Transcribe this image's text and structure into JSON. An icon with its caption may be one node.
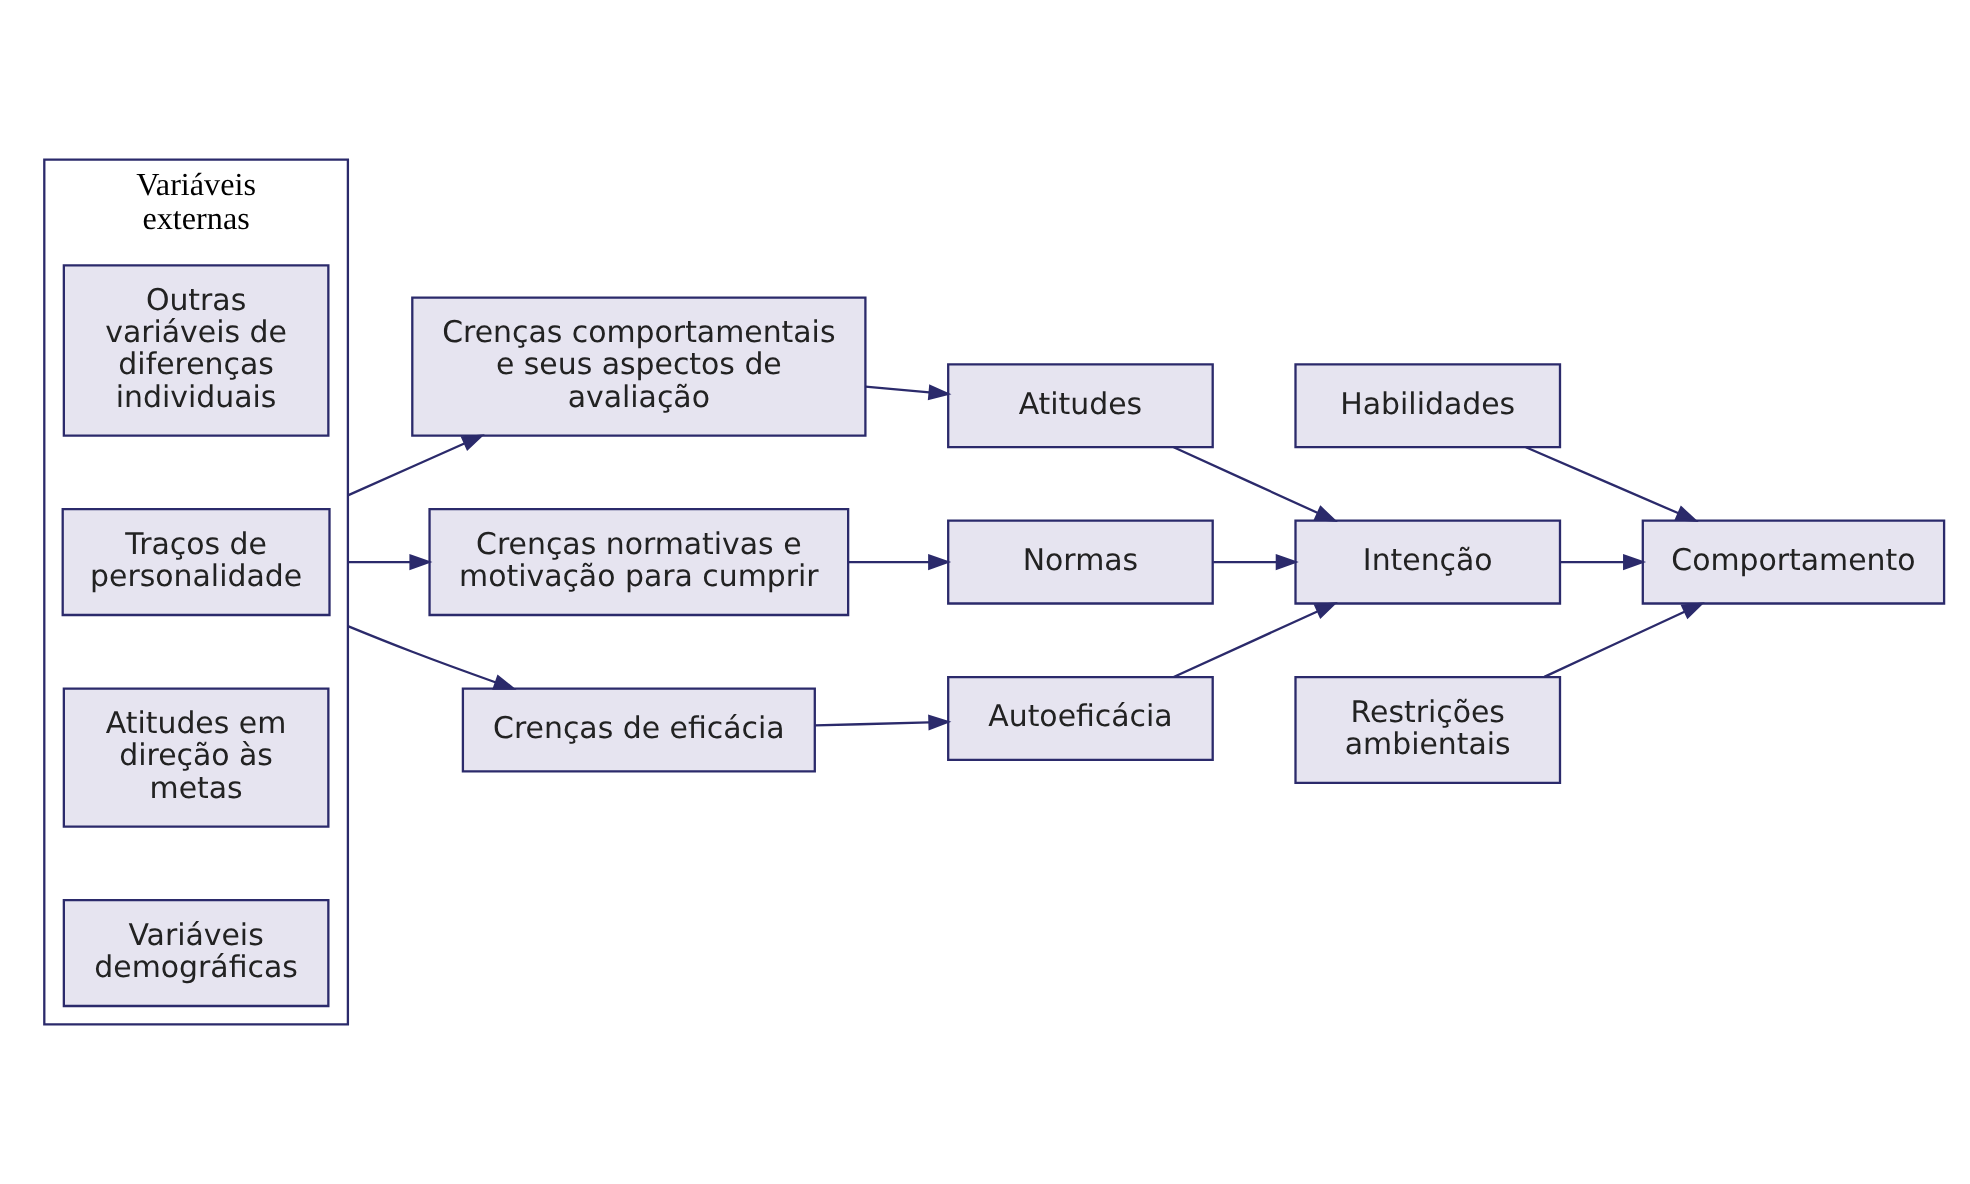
{
  "diagram": {
    "nodes": [
      {
        "text": [
          "Variáveis externas"
        ]
      },
      {
        "text": [
          "Variáveis demográficas"
        ],
        "in": 0
      },
      {
        "text": [
          "Atitudes em direção às metas"
        ],
        "in": 0
      },
      {
        "text": [
          "Traços de personalidade"
        ],
        "in": 0
      },
      {
        "text": [
          "Outras variáveis de diferenças individuais"
        ],
        "in": 0
      },
      {
        "text": [
          "Crenças comportamentais e seus aspectos de avaliação"
        ]
      },
      {
        "text": [
          "Crenças normativas e motivação para cumprir"
        ]
      },
      {
        "text": [
          "Crenças de eficácia"
        ]
      },
      {
        "text": [
          "Atitudes"
        ]
      },
      {
        "text": [
          "Normas"
        ]
      },
      {
        "text": [
          "Autoeficácia"
        ]
      },
      {
        "text": [
          "Habilidades"
        ]
      },
      {
        "text": [
          "Intenção"
        ]
      },
      {
        "text": [
          "Restrições ambientais"
        ]
      },
      {
        "text": [
          "Comportamento"
        ]
      }
    ],
    "edges": [
      {
        "from": 0,
        "to": 5,
        "arrow": "to"
      },
      {
        "from": 0,
        "to": 6,
        "arrow": "to"
      },
      {
        "from": 0,
        "to": 7,
        "arrow": "to"
      },
      {
        "from": 5,
        "to": 8,
        "arrow": "to"
      },
      {
        "from": 6,
        "to": 9,
        "arrow": "to"
      },
      {
        "from": 7,
        "to": 10,
        "arrow": "to"
      },
      {
        "from": 8,
        "to": 12,
        "arrow": "to"
      },
      {
        "from": 9,
        "to": 12,
        "arrow": "to"
      },
      {
        "from": 10,
        "to": 12,
        "arrow": "to"
      },
      {
        "from": 11,
        "to": 14,
        "arrow": "to"
      },
      {
        "from": 12,
        "to": 14,
        "arrow": "to"
      },
      {
        "from": 13,
        "to": 14,
        "arrow": "to"
      }
    ]
  }
}
